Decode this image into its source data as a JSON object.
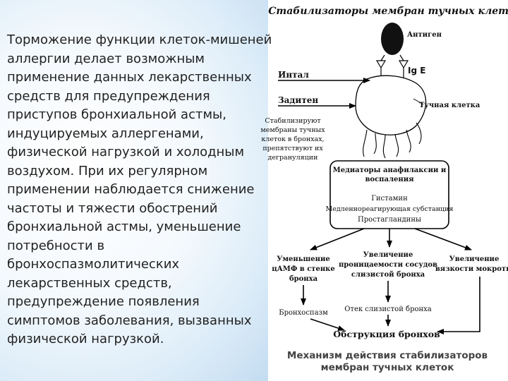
{
  "slide": {
    "body_text": "Торможение функции клеток-мишеней аллергии делает возможным применение данных лекарственных средств для предупреждения приступов бронхиальной астмы, индуцируемых аллергенами, физической нагрузкой и холодным воздухом. При их регулярном применении наблюдается снижение частоты и тяжести обострений бронхиальной астмы, уменьшение потребности в бронхоспазмолитических лекарственных средств, предупреждение появления симптомов заболевания, вызванных физической нагрузкой.",
    "caption": "Механизм действия стабилизаторов мембран тучных клеток"
  },
  "diagram": {
    "title": "Стабилизаторы мембран тучных клеток",
    "antigen": "Антиген",
    "ige": "Ig E",
    "intal": "Интал",
    "zaditen": "Задитен",
    "mast_cell": "Тучная клетка",
    "stabilizer_note": [
      "Стабилизируют",
      "мембраны тучных",
      "клеток в бронхах,",
      "препятствуют их",
      "дегрануляции"
    ],
    "mediators_title": [
      "Медиаторы анафилаксии и",
      "воспаления"
    ],
    "mediators": [
      "Гистамин",
      "Медленнореагирующая субстанция",
      "Простагландины"
    ],
    "effect_left": [
      "Уменьшение",
      "цАМФ в стенке",
      "бронха"
    ],
    "effect_mid": [
      "Увеличение",
      "проницаемости сосудов",
      "слизистой бронха"
    ],
    "effect_right": [
      "Увеличение",
      "вязкости мокроты"
    ],
    "bronchospasm": "Бронхоспазм",
    "edema": "Отек слизистой бронха",
    "obstruction": "Обструкция бронхов"
  }
}
